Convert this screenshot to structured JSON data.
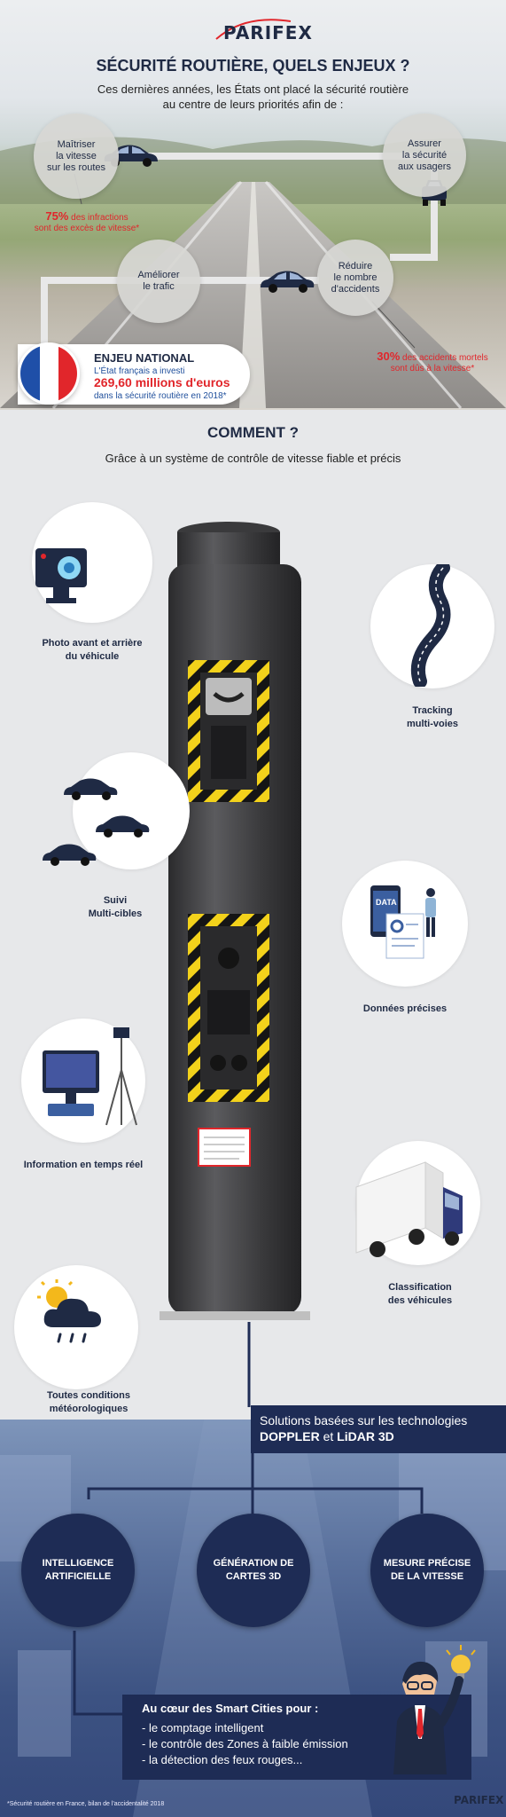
{
  "brand": {
    "logo_text": "PARIFEX"
  },
  "hero": {
    "title": "SÉCURITÉ ROUTIÈRE, QUELS ENJEUX ?",
    "intro_line1": "Ces dernières années, les États ont placé la sécurité routière",
    "intro_line2": "au centre de leurs priorités afin de :",
    "goals": [
      {
        "line1": "Maîtriser",
        "line2": "la vitesse",
        "line3": "sur les routes"
      },
      {
        "line1": "Assurer",
        "line2": "la sécurité",
        "line3": "aux usagers"
      },
      {
        "line1": "Améliorer",
        "line2": "le trafic",
        "line3": ""
      },
      {
        "line1": "Réduire",
        "line2": "le nombre",
        "line3": "d'accidents"
      }
    ],
    "stat1": {
      "value": "75%",
      "text1": " des infractions",
      "text2": "sont des excès de vitesse*"
    },
    "stat2": {
      "value": "30%",
      "text1": " des accidents mortels",
      "text2": "sont dûs à la vitesse*"
    },
    "enjeu": {
      "title": "ENJEU NATIONAL",
      "line1": "L'État français a investi",
      "amount": "269,60 millions d'euros",
      "line3": "dans la sécurité routière en 2018*"
    }
  },
  "how": {
    "title": "COMMENT ?",
    "subtitle": "Grâce à un système de contrôle de vitesse fiable et précis",
    "features": [
      {
        "line1": "Photo avant et arrière",
        "line2": "du véhicule"
      },
      {
        "line1": "Tracking",
        "line2": "multi-voies"
      },
      {
        "line1": "Suivi",
        "line2": "Multi-cibles"
      },
      {
        "line1": "Données précises",
        "line2": ""
      },
      {
        "line1": "Information en temps réel",
        "line2": ""
      },
      {
        "line1": "Classification",
        "line2": "des véhicules"
      },
      {
        "line1": "Toutes conditions",
        "line2": "météorologiques"
      }
    ],
    "data_label": "DATA"
  },
  "tech": {
    "line1": "Solutions basées sur les technologies",
    "doppler": "DOPPLER",
    "and": " et ",
    "lidar": "LiDAR 3D",
    "circles": [
      {
        "line1": "INTELLIGENCE",
        "line2": "ARTIFICIELLE"
      },
      {
        "line1": "GÉNÉRATION DE",
        "line2": "CARTES 3D"
      },
      {
        "line1": "MESURE PRÉCISE",
        "line2": "DE LA VITESSE"
      }
    ]
  },
  "smart": {
    "title": "Au cœur des Smart Cities pour :",
    "items": [
      "- le comptage intelligent",
      "- le contrôle des Zones à faible émission",
      "- la détection des feux rouges..."
    ]
  },
  "footnote": "*Sécurité routière en France, bilan de l'accidentalité 2018",
  "colors": {
    "navy": "#1f2a44",
    "red": "#e1262b",
    "dark_box": "#1e2c55",
    "hazard_yellow": "#f3d21b"
  }
}
